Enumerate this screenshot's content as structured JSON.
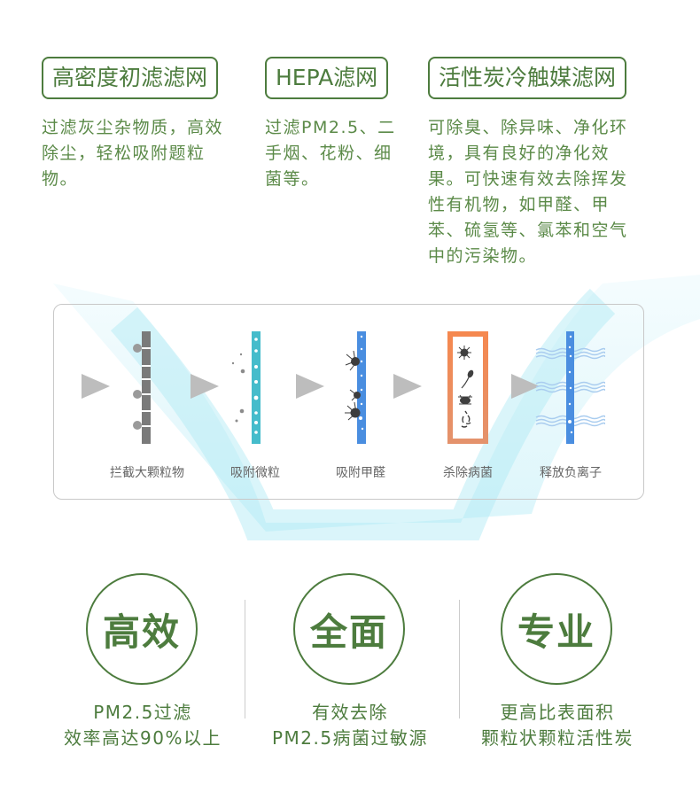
{
  "features": [
    {
      "title": "高密度初滤滤网",
      "description": "过滤灰尘杂物质，高效除尘，轻松吸附题粒物。"
    },
    {
      "title": "HEPA滤网",
      "description": "过滤PM2.5、二手烟、花粉、细菌等。"
    },
    {
      "title": "活性炭冷触媒滤网",
      "description": "可除臭、除异味、净化环境，具有良好的净化效果。可快速有效去除挥发性有机物，如甲醛、甲苯、硫氢等、氯苯和空气中的污染物。"
    }
  ],
  "process": {
    "steps": [
      {
        "label": "拦截大颗粒物",
        "icon": "gray-filter-bar-icon"
      },
      {
        "label": "吸附微粒",
        "icon": "teal-filter-bar-icon"
      },
      {
        "label": "吸附甲醛",
        "icon": "blue-filter-bar-icon"
      },
      {
        "label": "杀除病菌",
        "icon": "germ-box-icon"
      },
      {
        "label": "释放负离子",
        "icon": "wave-filter-icon"
      }
    ],
    "colors": {
      "gray_bar": "#7a7a7a",
      "teal_bar": "#45bccb",
      "blue_bar": "#4a8ee0",
      "orange_box": "#f08a55",
      "arrow": "#bdbdbd",
      "beam": "#bdeef7"
    }
  },
  "highlights": [
    {
      "badge": "高效",
      "line1": "PM2.5过滤",
      "line2": "效率高达90%以上"
    },
    {
      "badge": "全面",
      "line1": "有效去除",
      "line2": "PM2.5病菌过敏源"
    },
    {
      "badge": "专业",
      "line1": "更高比表面积",
      "line2": "颗粒状颗粒活性炭"
    }
  ],
  "theme": {
    "accent": "#4d7c3e"
  }
}
